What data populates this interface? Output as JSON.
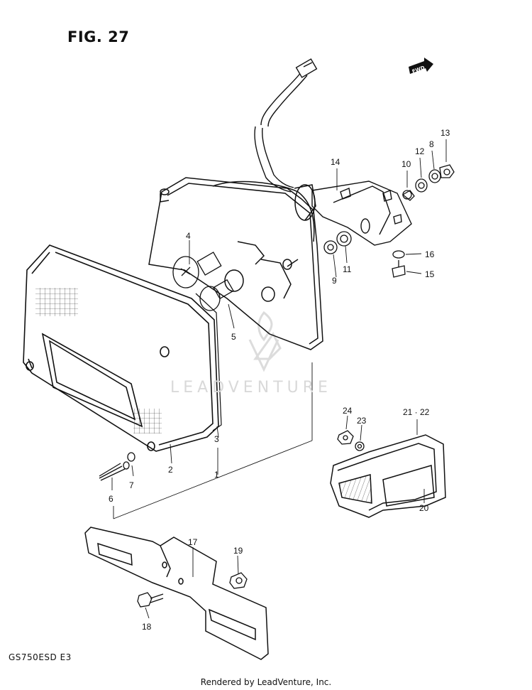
{
  "figure": {
    "title": "FIG. 27",
    "model_code": "GS750ESD  E3",
    "fwd_label": "FWD",
    "footer": "Rendered by LeadVenture, Inc.",
    "watermark_text": "LEADVENTURE",
    "line_color": "#111111",
    "watermark_color": "#d9d9d9"
  },
  "callouts": {
    "c1": "1",
    "c2": "2",
    "c3": "3",
    "c4": "4",
    "c5": "5",
    "c6": "6",
    "c7": "7",
    "c8": "8",
    "c9": "9",
    "c10": "10",
    "c11": "11",
    "c12": "12",
    "c13": "13",
    "c14": "14",
    "c15": "15",
    "c16": "16",
    "c17": "17",
    "c18": "18",
    "c19": "19",
    "c20": "20",
    "c21_22": "21 · 22",
    "c23": "23",
    "c24": "24"
  }
}
